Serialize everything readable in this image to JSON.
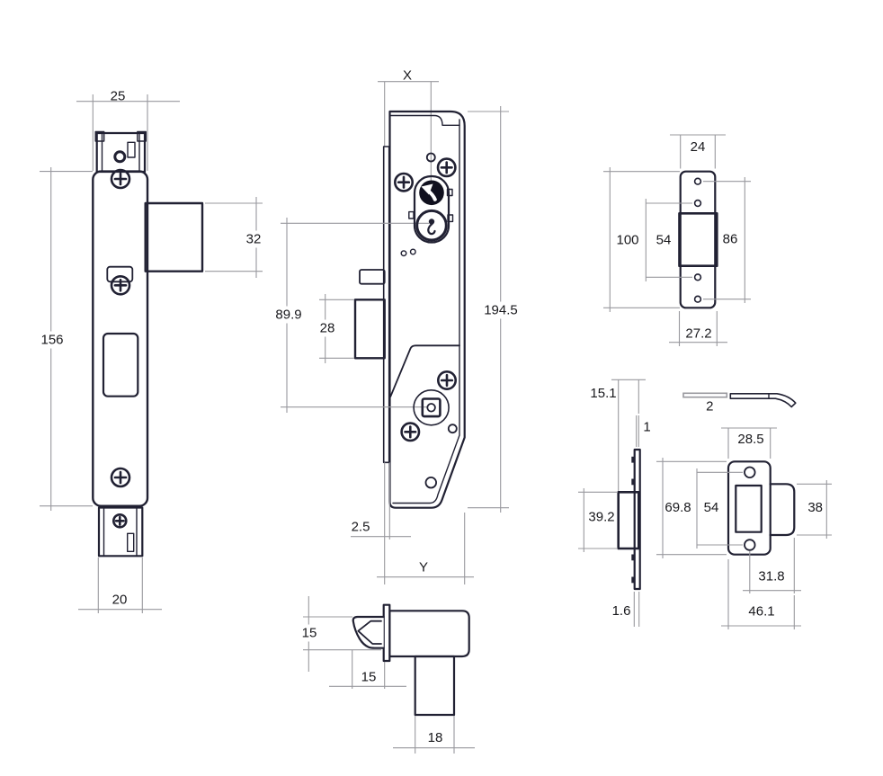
{
  "drawing": {
    "kind": "mortice-lock-dimensional-drawing",
    "background": "#ffffff"
  },
  "colors": {
    "outline": "#212133",
    "dim_line": "#98989e",
    "label": "#18181c",
    "logo_fill": "#10101e"
  },
  "icons": {
    "logo": "arrow-logo-disc",
    "keyhole": "keyhole-glyph",
    "screw": "phillips-screw"
  },
  "views": {
    "faceplate_side": {
      "name": "faceplate side view",
      "dims": {
        "top_width": "25",
        "bolt_height": "32",
        "overall_height": "156",
        "bottom_width": "20"
      }
    },
    "lock_case": {
      "name": "lock case side view",
      "dims": {
        "backset": "X",
        "case_height": "194.5",
        "cylinder_to_follower": "89.9",
        "bolt_thickness": "28",
        "faceplate_offset": "2.5",
        "case_depth": "Y"
      }
    },
    "strike_front": {
      "name": "strike box front view",
      "dims": {
        "plate_width": "24",
        "plate_height": "100",
        "inner_hole_spacing": "54",
        "outer_hole_spacing": "86",
        "box_width": "27.2"
      }
    },
    "strike_side": {
      "name": "strike plate side view",
      "dims": {
        "overall_depth": "15.1",
        "lug_thickness": "1",
        "box_height": "39.2",
        "plate_thickness": "1.6",
        "spring_thickness": "2"
      }
    },
    "latch_strike_face": {
      "name": "latch strike face view",
      "dims": {
        "plate_width": "28.5",
        "plate_height": "69.8",
        "hole_spacing": "54",
        "tongue_height": "38",
        "hole_to_tongue": "31.8",
        "overall_width": "46.1"
      }
    },
    "latch_bolt_top": {
      "name": "latch bolt top view",
      "dims": {
        "bolt_height": "15",
        "bolt_projection": "15",
        "tail_width": "18"
      }
    }
  }
}
